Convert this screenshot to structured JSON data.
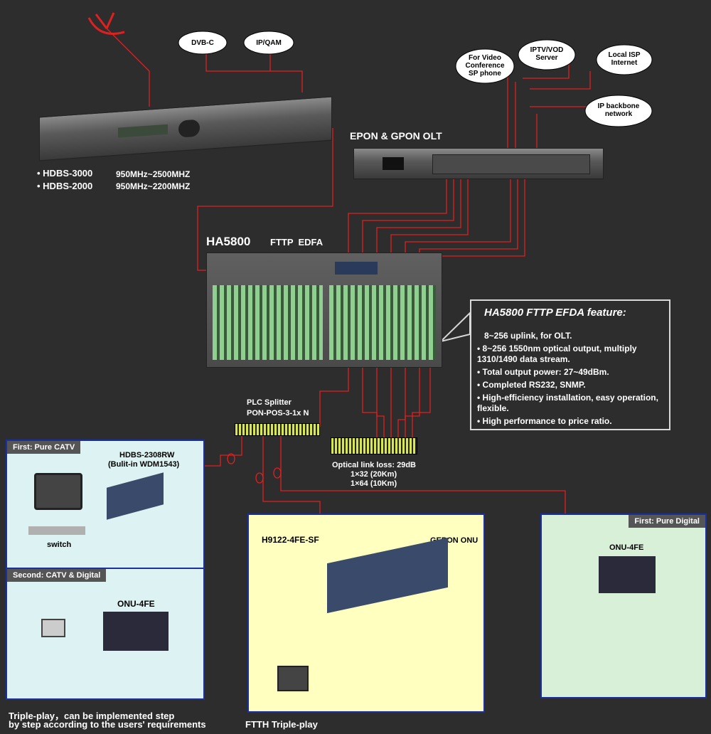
{
  "clouds": {
    "dvbc": "DVB-C",
    "ipqam": "IP/QAM",
    "video_conf": "For Video Conference SP phone",
    "iptv": "IPTV/VOD Server",
    "local_isp": "Local ISP Internet",
    "ip_backbone": "IP backbone network"
  },
  "transmitter": {
    "model_1": "HDBS-3000",
    "range_1": "950MHz~2500MHZ",
    "model_2": "HDBS-2000",
    "range_2": "950MHz~2200MHZ"
  },
  "olt": {
    "title": "EPON & GPON OLT"
  },
  "edfa": {
    "model": "HA5800",
    "type": "FTTP  EDFA"
  },
  "feature": {
    "title": "HA5800  FTTP  EFDA feature:",
    "items": [
      "8~256 uplink, for OLT.",
      "8~256 1550nm optical output, multiply 1310/1490 data stream.",
      "Total output power: 27~49dBm.",
      "Completed RS232, SNMP.",
      "High-efficiency installation, easy operation, flexible.",
      "High performance to price ratio."
    ]
  },
  "splitter": {
    "label": "PLC Splitter",
    "model": "PON-POS-3-1x N"
  },
  "optical_loss": {
    "line1": "Optical link loss: 29dB",
    "line2": "1×32 (20Km)",
    "line3": "1×64 (10Km)"
  },
  "panel_catv": {
    "tag": "First:  Pure CATV",
    "device": "HDBS-2308RW",
    "device_note": "(Bulit-in WDM1543)",
    "switch_label": "switch"
  },
  "panel_catv_digital": {
    "tag": "Second:  CATV  &  Digital",
    "device": "ONU-4FE"
  },
  "panel_ftth": {
    "device": "H9122-4FE-SF",
    "onu": "GEPON ONU"
  },
  "panel_digital": {
    "tag": "First:  Pure Digital",
    "device": "ONU-4FE"
  },
  "footer": {
    "line1": "Triple-play，can be implemented step",
    "line2": "by step according to the users' requirements",
    "ftth": "FTTH  Triple-play"
  }
}
